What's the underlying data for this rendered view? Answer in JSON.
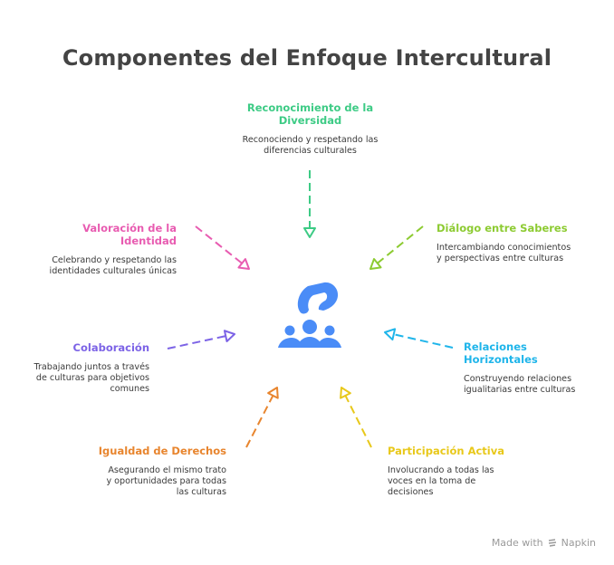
{
  "title": "Componentes del Enfoque Intercultural",
  "center_icon": "question-over-people-icon",
  "accent_center": "#4A8CF7",
  "nodes": [
    {
      "id": "diversidad",
      "title": "Reconocimiento de la Diversidad",
      "title_lines": [
        "Reconocimiento de la",
        "Diversidad"
      ],
      "desc_lines": [
        "Reconociendo y respetando las",
        "diferencias culturales"
      ],
      "color": "#3DCB85"
    },
    {
      "id": "dialogo",
      "title": "Diálogo entre Saberes",
      "title_lines": [
        "Diálogo entre Saberes"
      ],
      "desc_lines": [
        "Intercambiando conocimientos",
        "y perspectivas entre culturas"
      ],
      "color": "#8DCB32"
    },
    {
      "id": "relaciones",
      "title": "Relaciones Horizontales",
      "title_lines": [
        "Relaciones",
        "Horizontales"
      ],
      "desc_lines": [
        "Construyendo relaciones",
        "igualitarias entre culturas"
      ],
      "color": "#1FB5EA"
    },
    {
      "id": "participacion",
      "title": "Participación Activa",
      "title_lines": [
        "Participación Activa"
      ],
      "desc_lines": [
        "Involucrando a todas las",
        "voces en la toma de",
        "decisiones"
      ],
      "color": "#E8C81A"
    },
    {
      "id": "igualdad",
      "title": "Igualdad de Derechos",
      "title_lines": [
        "Igualdad de Derechos"
      ],
      "desc_lines": [
        "Asegurando el mismo trato",
        "y oportunidades para todas",
        "las culturas"
      ],
      "color": "#E8852E"
    },
    {
      "id": "colaboracion",
      "title": "Colaboración",
      "title_lines": [
        "Colaboración"
      ],
      "desc_lines": [
        "Trabajando juntos a través",
        "de culturas para objetivos",
        "comunes"
      ],
      "color": "#7C63E6"
    },
    {
      "id": "identidad",
      "title": "Valoración de la Identidad",
      "title_lines": [
        "Valoración de la",
        "Identidad"
      ],
      "desc_lines": [
        "Celebrando y respetando las",
        "identidades culturales únicas"
      ],
      "color": "#E85CB1"
    }
  ],
  "footer": {
    "label": "Made with",
    "brand": "Napkin"
  }
}
